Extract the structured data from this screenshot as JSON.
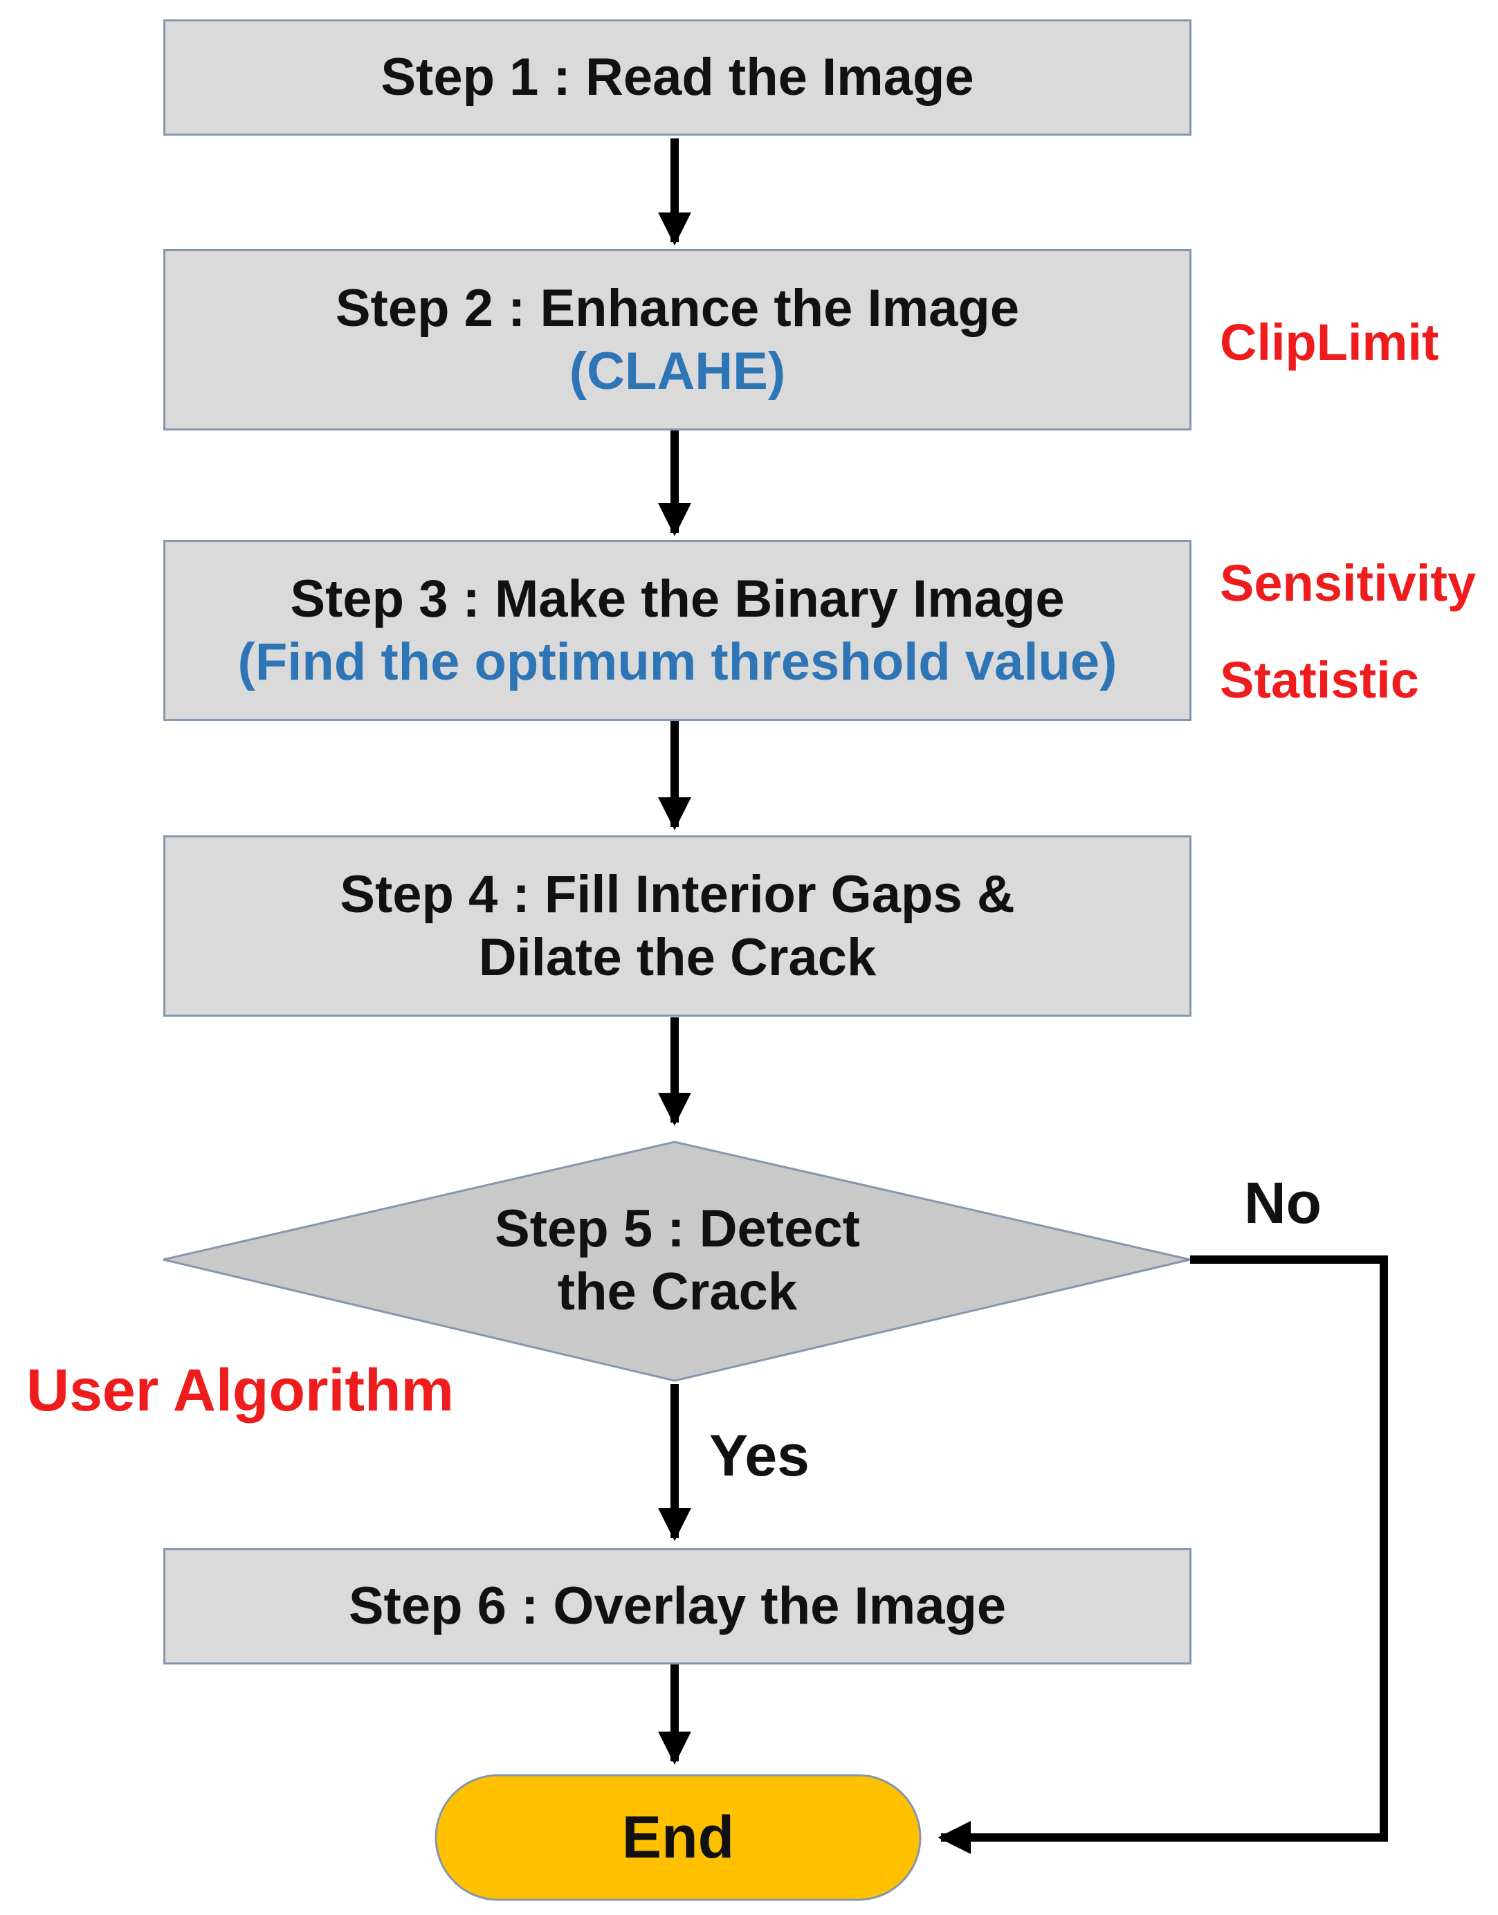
{
  "steps": {
    "step1": {
      "title": "Step 1 : Read the Image"
    },
    "step2": {
      "title": "Step 2 : Enhance the Image",
      "subtitle": "(CLAHE)"
    },
    "step3": {
      "title": "Step 3 : Make the Binary Image",
      "subtitle": "(Find the optimum threshold value)"
    },
    "step4": {
      "line1": "Step 4 : Fill Interior Gaps &",
      "line2": "Dilate the Crack"
    },
    "step5": {
      "line1": "Step 5 : Detect",
      "line2": "the Crack"
    },
    "step6": {
      "title": "Step 6 : Overlay the Image"
    }
  },
  "end": {
    "label": "End"
  },
  "branches": {
    "yes": "Yes",
    "no": "No"
  },
  "annotations": {
    "cliplimit": "ClipLimit",
    "sensitivity": "Sensitivity",
    "statistic": "Statistic",
    "user_algorithm": "User Algorithm"
  },
  "colors": {
    "box_fill": "#dadada",
    "box_border": "#8497b0",
    "diamond_fill": "#c9c9c9",
    "end_fill": "#ffc000",
    "subtitle": "#2e75b6",
    "annotation": "#ee1c1c",
    "arrow": "#000000"
  }
}
